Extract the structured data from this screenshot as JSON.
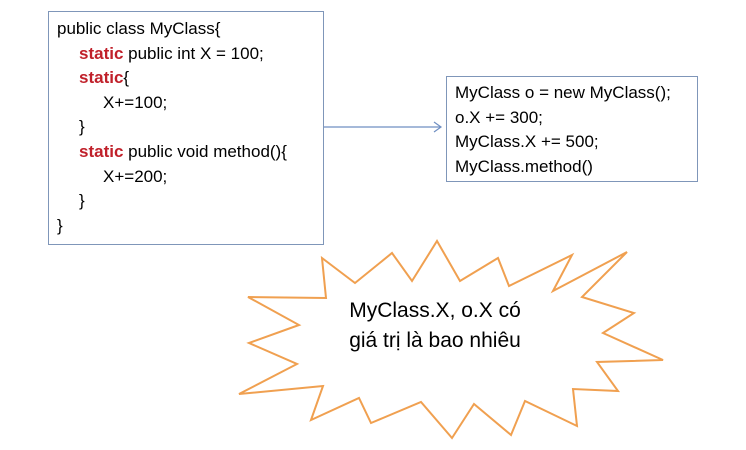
{
  "class_code": {
    "lines": [
      {
        "indent": 0,
        "keyword": "",
        "text": "public class MyClass{"
      },
      {
        "indent": 1,
        "keyword": "static",
        "text": " public int X = 100;"
      },
      {
        "indent": 1,
        "keyword": "static",
        "text": "{"
      },
      {
        "indent": 2,
        "keyword": "",
        "text": "X+=100;"
      },
      {
        "indent": 1,
        "keyword": "",
        "text": "}"
      },
      {
        "indent": 1,
        "keyword": "static",
        "text": " public void method(){"
      },
      {
        "indent": 2,
        "keyword": "",
        "text": "X+=200;"
      },
      {
        "indent": 1,
        "keyword": "",
        "text": "}"
      },
      {
        "indent": 0,
        "keyword": "",
        "text": "}"
      }
    ]
  },
  "usage_code": {
    "lines": [
      "MyClass o = new MyClass();",
      "o.X += 300;",
      "MyClass.X += 500;",
      "MyClass.method()"
    ]
  },
  "question": {
    "line1": "MyClass.X, o.X có",
    "line2": "giá trị là bao nhiêu"
  },
  "colors": {
    "keyword": "#c0202a",
    "box_border": "#7f96b9",
    "arrow": "#6f8fc2",
    "burst_stroke": "#f0a050"
  }
}
